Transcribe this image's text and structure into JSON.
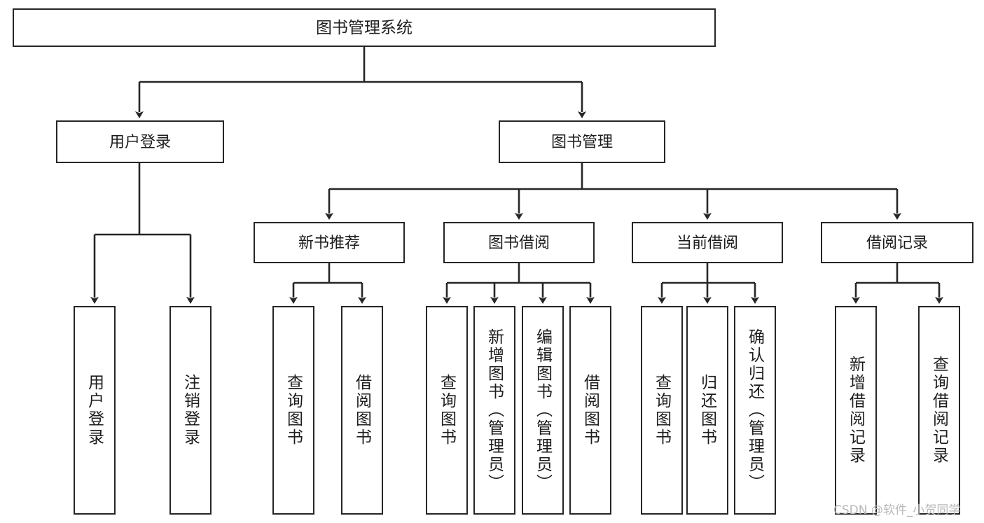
{
  "diagram": {
    "title": "图书管理系统",
    "type": "tree-hierarchy",
    "colors": {
      "stroke": "#262626",
      "fill": "#ffffff",
      "text": "#1d1d1d",
      "watermark": "#b8b8b8"
    }
  },
  "root": {
    "label": "图书管理系统"
  },
  "level1": [
    {
      "label": "用户登录"
    },
    {
      "label": "图书管理"
    }
  ],
  "level2": [
    {
      "label": "新书推荐"
    },
    {
      "label": "图书借阅"
    },
    {
      "label": "当前借阅"
    },
    {
      "label": "借阅记录"
    }
  ],
  "leaves": {
    "user_login": [
      {
        "label": "用户登录"
      },
      {
        "label": "注销登录"
      }
    ],
    "new_book_recommend": [
      {
        "label": "查询图书"
      },
      {
        "label": "借阅图书"
      }
    ],
    "book_borrow": [
      {
        "label": "查询图书"
      },
      {
        "label": "新增图书（管理员）"
      },
      {
        "label": "编辑图书（管理员）"
      },
      {
        "label": "借阅图书"
      }
    ],
    "current_borrow": [
      {
        "label": "查询图书"
      },
      {
        "label": "归还图书"
      },
      {
        "label": "确认归还（管理员）"
      }
    ],
    "borrow_records": [
      {
        "label": "新增借阅记录"
      },
      {
        "label": "查询借阅记录"
      }
    ]
  },
  "watermark": {
    "text": "CSDN @软件_小贺同学"
  }
}
